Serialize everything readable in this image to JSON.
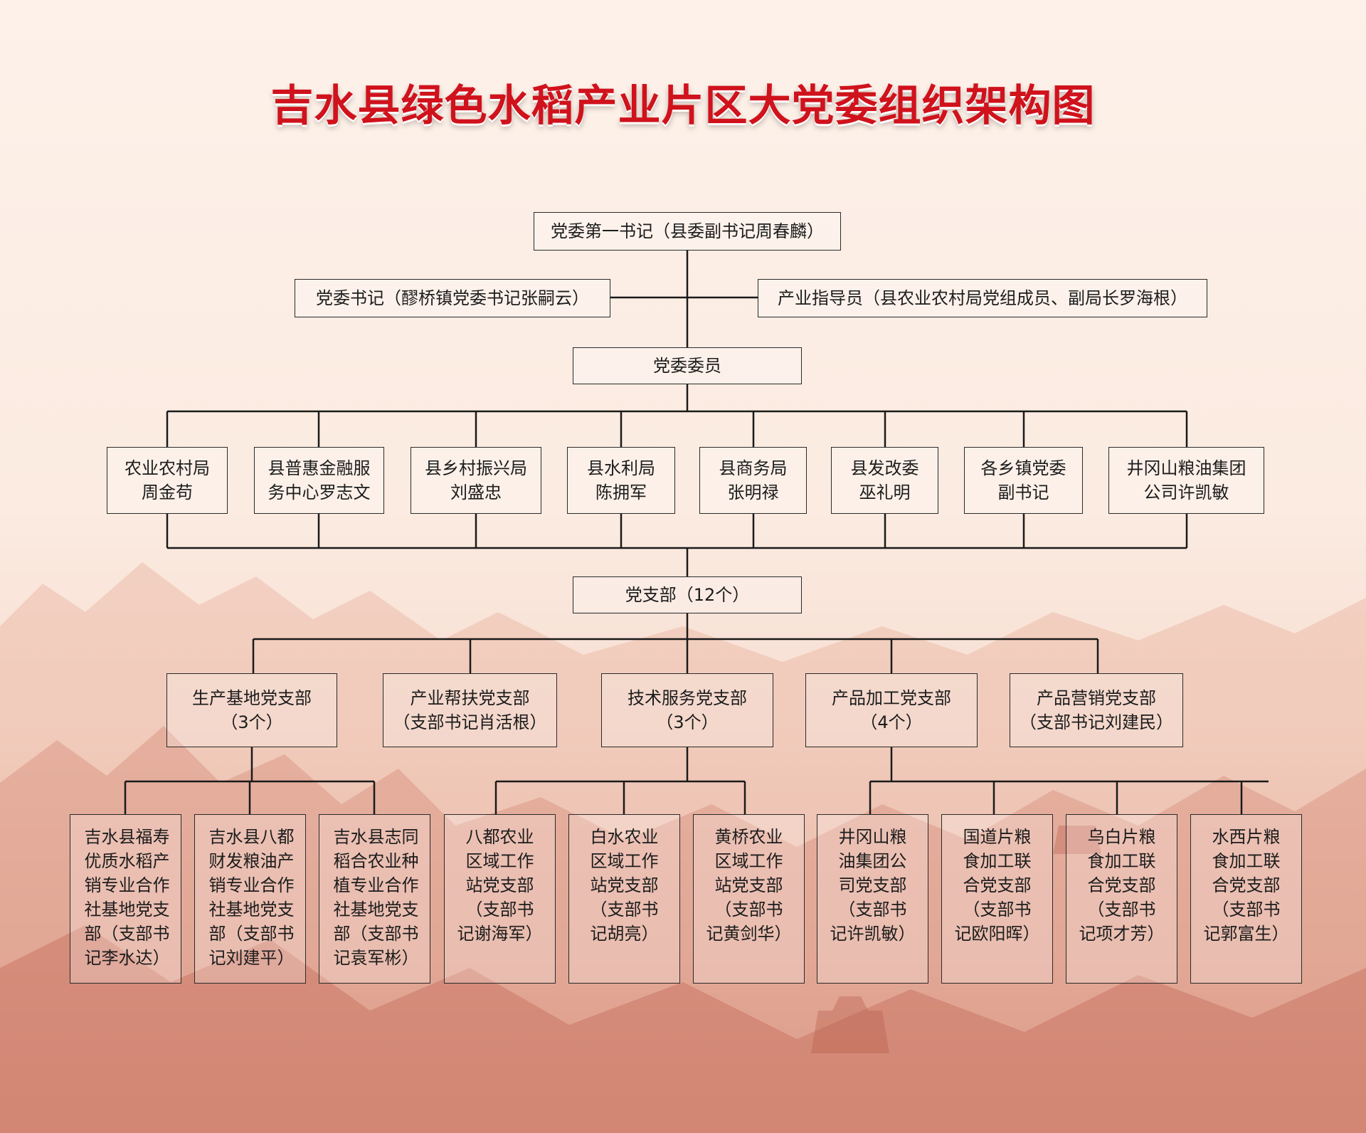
{
  "title": "吉水县绿色水稻产业片区大党委组织架构图",
  "colors": {
    "title": "#d0121c",
    "line": "#1a1a1a"
  },
  "top": {
    "first_secretary": "党委第一书记（县委副书记周春麟）",
    "secretary": "党委书记（醪桥镇党委书记张嗣云）",
    "advisor": "产业指导员（县农业农村局党组成员、副局长罗海根）",
    "committee": "党委委员"
  },
  "members": [
    "农业农村局\n周金苟",
    "县普惠金融服\n务中心罗志文",
    "县乡村振兴局\n刘盛忠",
    "县水利局\n陈拥军",
    "县商务局\n张明禄",
    "县发改委\n巫礼明",
    "各乡镇党委\n副书记",
    "井冈山粮油集团\n公司许凯敏"
  ],
  "branches_title": "党支部（12个）",
  "branches": [
    "生产基地党支部\n（3个）",
    "产业帮扶党支部\n（支部书记肖活根）",
    "技术服务党支部\n（3个）",
    "产品加工党支部\n（4个）",
    "产品营销党支部\n（支部书记刘建民）"
  ],
  "sub_branches": [
    "吉水县福寿\n优质水稻产\n销专业合作\n社基地党支\n部（支部书\n记李水达）",
    "吉水县八都\n财发粮油产\n销专业合作\n社基地党支\n部（支部书\n记刘建平）",
    "吉水县志同\n稻合农业种\n植专业合作\n社基地党支\n部（支部书\n记袁军彬）",
    "八都农业\n区域工作\n站党支部\n（支部书\n记谢海军）",
    "白水农业\n区域工作\n站党支部\n（支部书\n记胡亮）",
    "黄桥农业\n区域工作\n站党支部\n（支部书\n记黄剑华）",
    "井冈山粮\n油集团公\n司党支部\n（支部书\n记许凯敏）",
    "国道片粮\n食加工联\n合党支部\n（支部书\n记欧阳晖）",
    "乌白片粮\n食加工联\n合党支部\n（支部书\n记项才芳）",
    "水西片粮\n食加工联\n合党支部\n（支部书\n记郭富生）"
  ]
}
